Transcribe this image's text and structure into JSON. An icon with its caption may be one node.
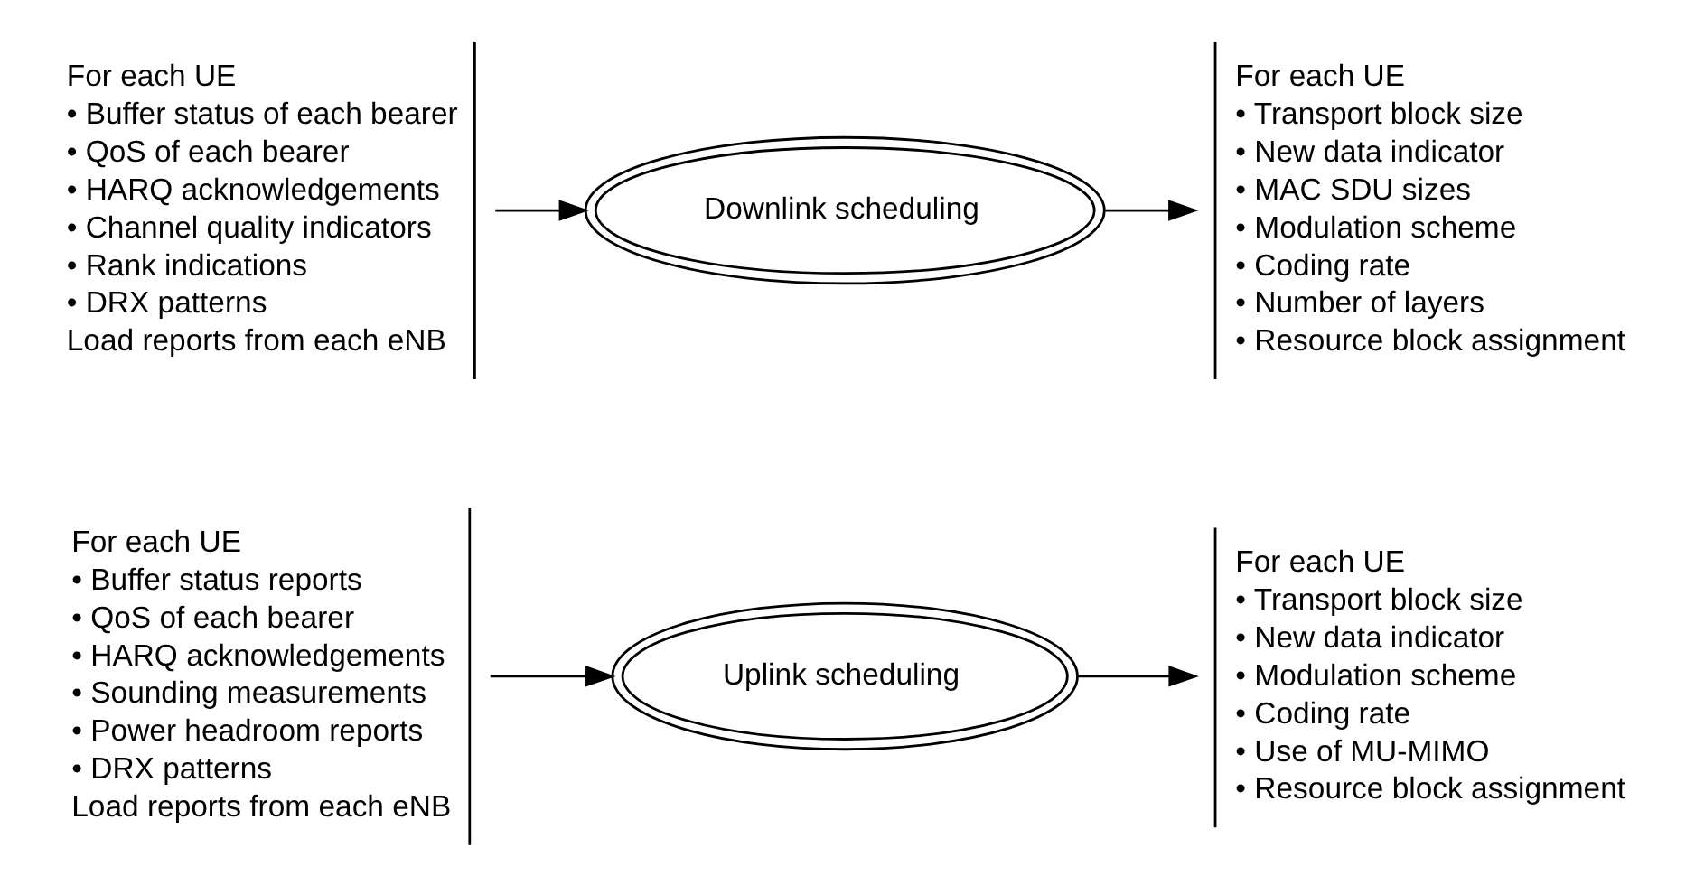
{
  "diagram": {
    "nodes": [
      {
        "text": [
          "For each UE",
          "• Buffer status reports",
          "• QoS of each bearer",
          "• HARQ acknowledgements",
          "• Sounding measurements",
          "• Power headroom reports",
          "• DRX patterns",
          "Load reports from each eNB"
        ]
      },
      {
        "text": [
          "Uplink scheduling"
        ]
      },
      {
        "text": [
          "For each UE",
          "• Transport block size",
          "• New data indicator",
          "• Modulation scheme",
          "• Coding rate",
          "• Use of MU-MIMO",
          "• Resource block assignment"
        ]
      },
      {
        "text": [
          "For each UE",
          "• Buffer status of each bearer",
          "• QoS of each bearer",
          "• HARQ acknowledgements",
          "• Channel quality indicators",
          "• Rank indications",
          "• DRX patterns",
          "Load reports from each eNB"
        ]
      },
      {
        "text": [
          "Downlink scheduling"
        ]
      },
      {
        "text": [
          "For each UE",
          "• Transport block size",
          "• New data indicator",
          "• MAC SDU sizes",
          "• Modulation scheme",
          "• Coding rate",
          "• Number of layers",
          "• Resource block assignment"
        ]
      }
    ],
    "edges": [
      {
        "from": 0,
        "to": 1,
        "arrow": "to"
      },
      {
        "from": 1,
        "to": 2,
        "arrow": "to"
      },
      {
        "from": 3,
        "to": 4,
        "arrow": "to"
      },
      {
        "from": 4,
        "to": 5,
        "arrow": "to"
      }
    ]
  }
}
